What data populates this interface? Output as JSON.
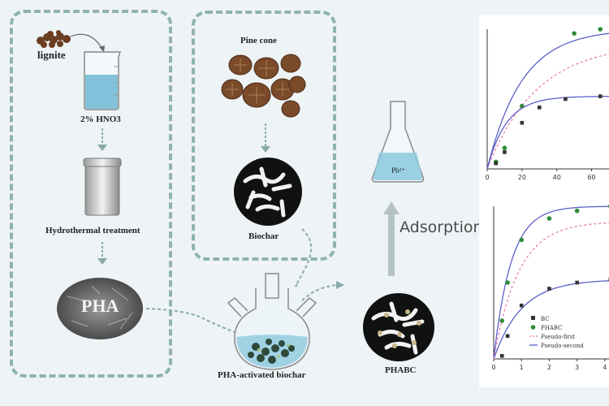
{
  "labels": {
    "lignite": "lignite",
    "hno3": "2% HNO3",
    "hydrothermal": "Hydrothermal treatment",
    "pha": "PHA",
    "pine_cone": "Pine cone",
    "biochar": "Biochar",
    "pha_activated": "PHA-activated biochar",
    "phabc": "PHABC",
    "adsorption": "Adsorption",
    "pb": "Pb²⁺"
  },
  "chart_data": [
    {
      "type": "scatter",
      "xticks": [
        "0",
        "20",
        "40",
        "60"
      ],
      "series": [
        {
          "marker": "green-circle",
          "x": [
            5,
            10,
            20,
            50,
            65
          ],
          "y": [
            0.05,
            0.15,
            0.45,
            0.97,
            1.0
          ]
        },
        {
          "marker": "dark-square",
          "x": [
            5,
            10,
            20,
            30,
            45,
            65
          ],
          "y": [
            0.04,
            0.12,
            0.33,
            0.44,
            0.5,
            0.52
          ]
        }
      ]
    },
    {
      "type": "scatter",
      "xticks": [
        "0",
        "1",
        "2",
        "3",
        "4"
      ],
      "legend": [
        "BC",
        "PHABC",
        "Pseudo-first",
        "Pseudo-second"
      ],
      "series": [
        {
          "marker": "dark-square",
          "x": [
            0.3,
            0.5,
            1,
            2,
            3,
            4.2
          ],
          "y": [
            0.02,
            0.15,
            0.35,
            0.46,
            0.5,
            0.52
          ]
        },
        {
          "marker": "green-circle",
          "x": [
            0.3,
            0.5,
            1,
            2,
            3,
            4.2
          ],
          "y": [
            0.25,
            0.5,
            0.78,
            0.92,
            0.97,
            1.0
          ]
        }
      ]
    }
  ],
  "colors": {
    "dash": "#8fb3ad",
    "fit_solid": "#5a5fc8",
    "fit_dashed": "#f07ab0",
    "phabc": "#2e8b3a",
    "bc": "#333333"
  }
}
